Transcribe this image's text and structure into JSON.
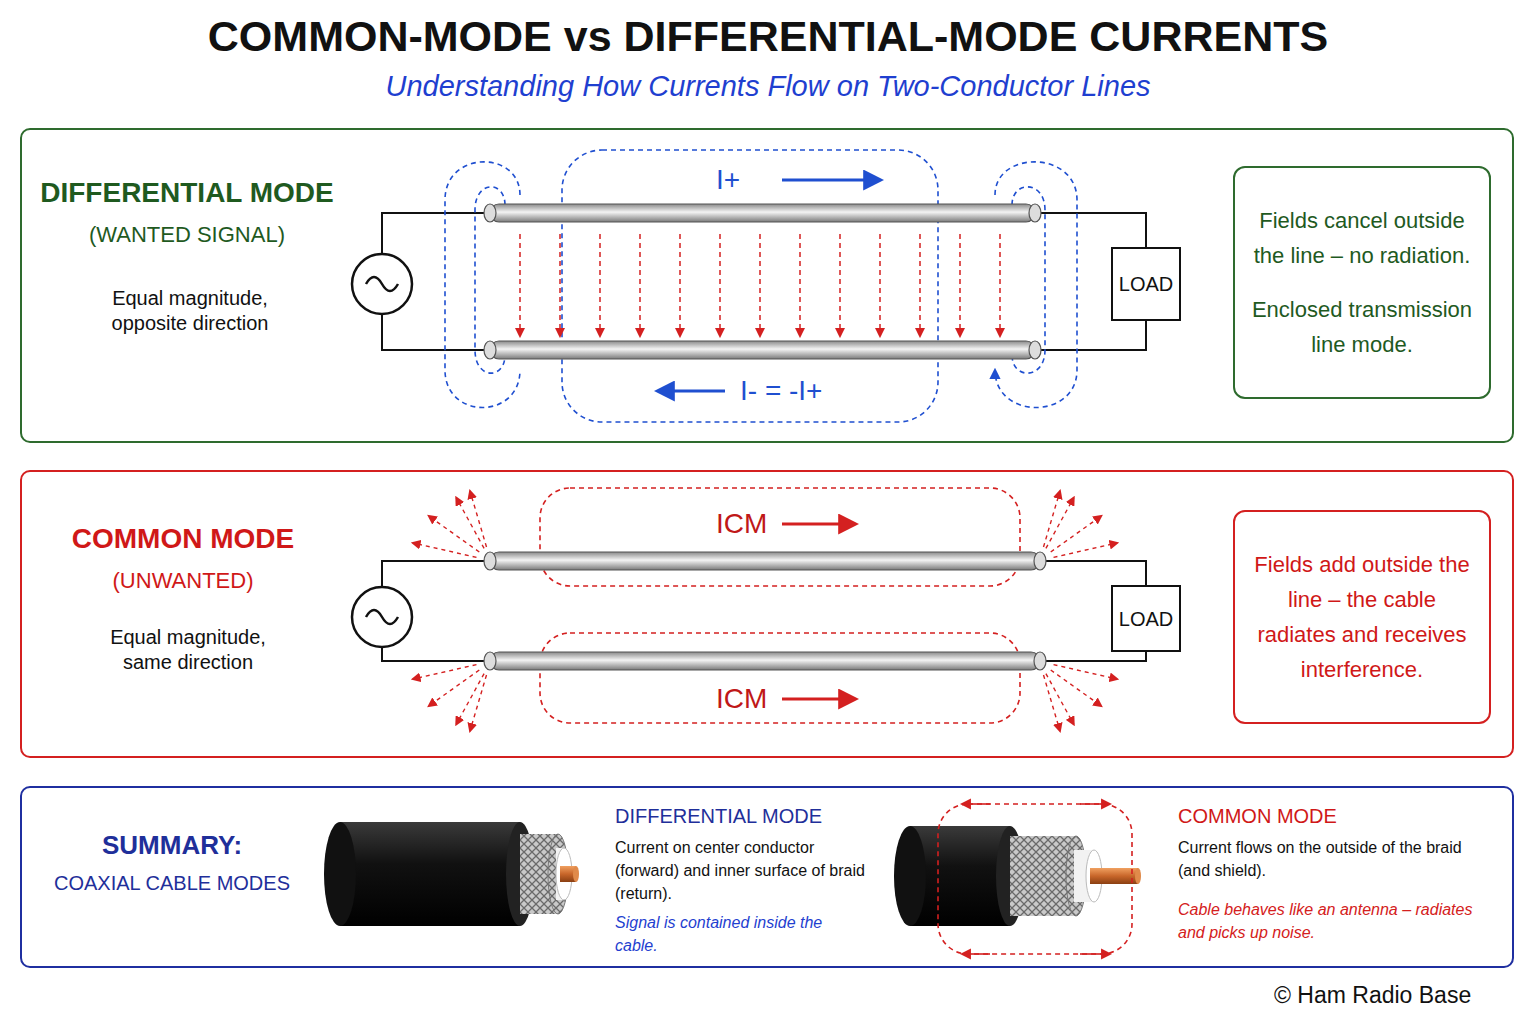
{
  "diagram": {
    "title": "COMMON-MODE vs DIFFERENTIAL-MODE CURRENTS",
    "caption": "Understanding How Currents Flow on Two-Conductor Lines",
    "nodes": [
      {
        "text": [
          "DIFFERENTIAL MODE",
          "(WANTED SIGNAL)",
          "Equal magnitude, opposite direction"
        ]
      },
      {
        "text": [
          "LOAD"
        ],
        "in": 0
      },
      {
        "text": [
          "Fields cancel outside the line – no radiation.",
          "Enclosed transmission line mode."
        ],
        "in": 0
      },
      {
        "text": [
          "COMMON MODE",
          "(UNWANTED)",
          "Equal magnitude, same direction"
        ]
      },
      {
        "text": [
          "LOAD"
        ],
        "in": 3
      },
      {
        "text": [
          "Fields add outside the line – the cable radiates and receives interference."
        ],
        "in": 3
      },
      {
        "text": [
          "SUMMARY:",
          "COAXIAL CABLE MODES",
          "DIFFERENTIAL MODE",
          "Current on center conductor (forward) and inner surface of braid (return).",
          "Signal is contained inside the cable.",
          "COMMON MODE",
          "Current flows on the outside of the braid (and shield).",
          "Cable behaves like an antenna – radiates and picks up noise."
        ]
      }
    ],
    "labels": [
      "I+",
      "I- = -I+",
      "ICM",
      "ICM",
      "© Ham Radio Base"
    ]
  }
}
